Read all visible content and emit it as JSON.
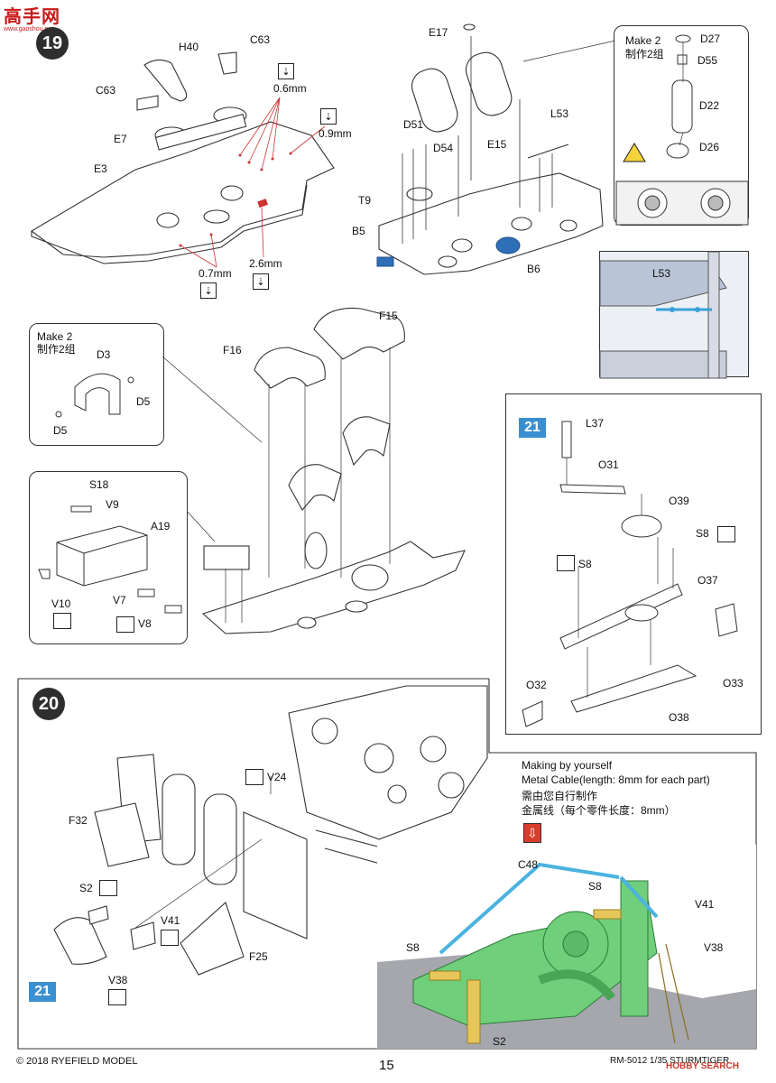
{
  "header": {
    "logo_text": "高手网",
    "logo_sub": "www.gaoshou.net"
  },
  "step19": {
    "number": "19",
    "labels": {
      "H40": "H40",
      "C63a": "C63",
      "C63b": "C63",
      "E7": "E7",
      "E3": "E3",
      "d06": "0.6mm",
      "d09": "0.9mm",
      "d07": "0.7mm",
      "d26": "2.6mm",
      "E17": "E17",
      "D51": "D51",
      "D54": "D54",
      "E15": "E15",
      "L53": "L53",
      "T9": "T9",
      "B5": "B5",
      "B6": "B6"
    },
    "make2_top": {
      "title": "Make 2",
      "title_cn": "制作2组",
      "D27": "D27",
      "D55": "D55",
      "D22": "D22",
      "D26": "D26"
    },
    "inset_L53": "L53",
    "make2_left": {
      "title": "Make 2",
      "title_cn": "制作2组",
      "D3": "D3",
      "D5a": "D5",
      "D5b": "D5"
    },
    "F15": "F15",
    "F16": "F16",
    "box_left": {
      "S18": "S18",
      "V9": "V9",
      "A19": "A19",
      "V10": "V10",
      "V7": "V7",
      "V8": "V8"
    }
  },
  "step21": {
    "number": "21",
    "labels": {
      "L37": "L37",
      "O31": "O31",
      "O39": "O39",
      "S8a": "S8",
      "S8b": "S8",
      "O37": "O37",
      "O32": "O32",
      "O33": "O33",
      "O38": "O38"
    }
  },
  "step20": {
    "number": "20",
    "labels": {
      "V24": "V24",
      "F32": "F32",
      "S2": "S2",
      "V41": "V41",
      "V38": "V38",
      "F25": "F25"
    },
    "ref_step": "21"
  },
  "metal_cable": {
    "line1": "Making by yourself",
    "line2": "Metal Cable(length: 8mm for each part)",
    "line3": "需由您自行制作",
    "line4": "金属线（每个零件长度：8mm）",
    "labels": {
      "C48": "C48",
      "S8a": "S8",
      "V41": "V41",
      "S8b": "S8",
      "V38": "V38",
      "S2": "S2"
    }
  },
  "footer": {
    "copyright": "© 2018 RYEFIELD MODEL",
    "page": "15",
    "product": "RM-5012 1/35 STURMTIGER",
    "watermark": "HOBBY SEARCH"
  },
  "colors": {
    "step_circle": "#2e2e2e",
    "ref_blue": "#3a8fd0",
    "green_part": "#6fcf7a",
    "cable_blue": "#4ab3e0",
    "yellow_part": "#e6c65a"
  }
}
